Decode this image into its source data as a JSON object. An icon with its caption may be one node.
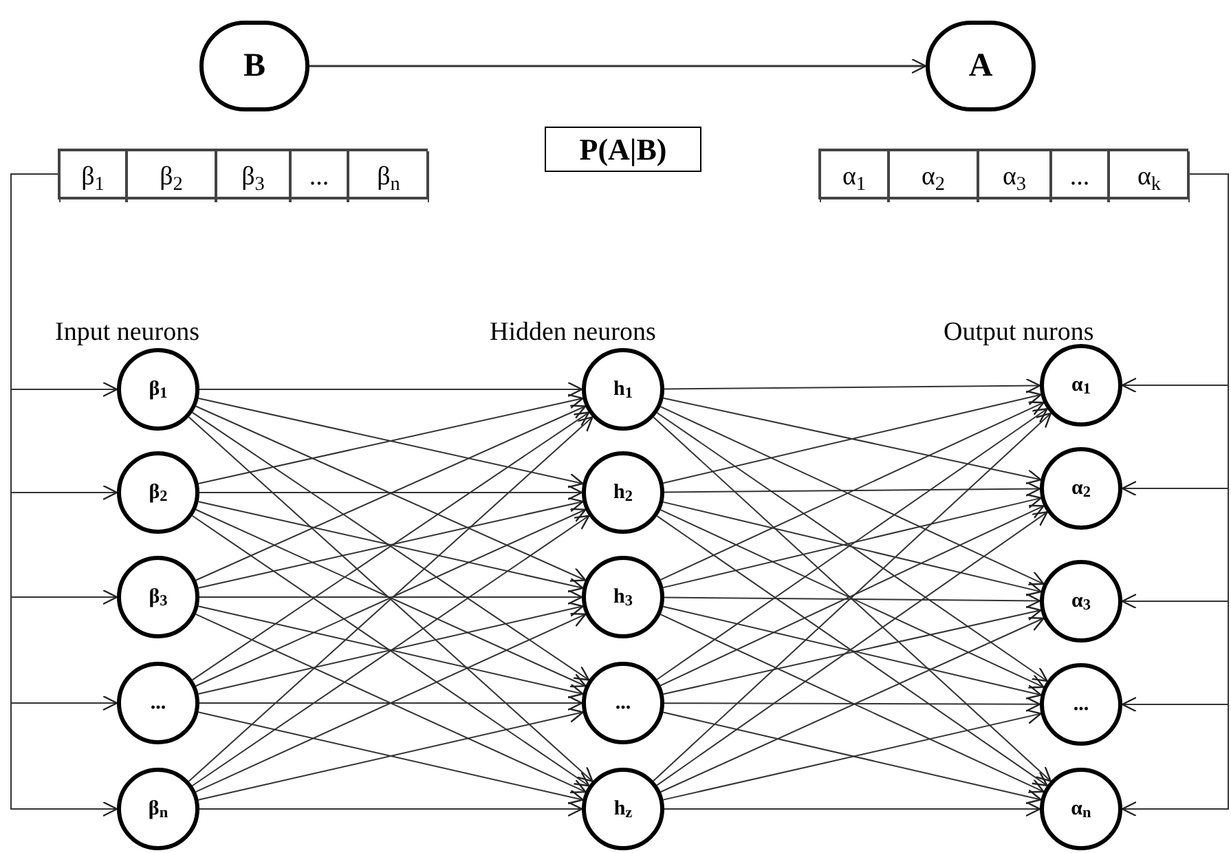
{
  "diagram": {
    "nodes": [
      {
        "text": [
          "B"
        ]
      },
      {
        "text": [
          "A"
        ]
      },
      {
        "text": [
          "P(A|B)"
        ]
      },
      {
        "text": [],
        "shape": "box"
      },
      {
        "text": [
          "β$_{1}$"
        ],
        "in": 3
      },
      {
        "text": [
          "β$_{2}$"
        ],
        "in": 3
      },
      {
        "text": [
          "β$_{3}$"
        ],
        "in": 3
      },
      {
        "text": [
          "..."
        ],
        "in": 3
      },
      {
        "text": [
          "β$_{n}$"
        ],
        "in": 3
      },
      {
        "text": [],
        "shape": "box"
      },
      {
        "text": [
          "α$_{1}$"
        ],
        "in": 9
      },
      {
        "text": [
          "α$_{2}$"
        ],
        "in": 9
      },
      {
        "text": [
          "α$_{3}$"
        ],
        "in": 9
      },
      {
        "text": [
          "..."
        ],
        "in": 9
      },
      {
        "text": [
          "α$_{k}$"
        ],
        "in": 9
      },
      {
        "text": [
          "β$_{1}$"
        ]
      },
      {
        "text": [
          "β$_{2}$"
        ]
      },
      {
        "text": [
          "β$_{3}$"
        ]
      },
      {
        "text": [
          "..."
        ]
      },
      {
        "text": [
          "β$_{n}$"
        ]
      },
      {
        "text": [
          "h$_{1}$"
        ]
      },
      {
        "text": [
          "h$_{2}$"
        ]
      },
      {
        "text": [
          "h$_{3}$"
        ]
      },
      {
        "text": [
          "..."
        ]
      },
      {
        "text": [
          "h$_{z}$"
        ]
      },
      {
        "text": [
          "α$_{1}$"
        ]
      },
      {
        "text": [
          "α$_{2}$"
        ]
      },
      {
        "text": [
          "α$_{3}$"
        ]
      },
      {
        "text": [
          "..."
        ]
      },
      {
        "text": [
          "α$_{n}$"
        ]
      }
    ],
    "edges": [
      {
        "from": 0,
        "to": 1,
        "arrow": "to"
      },
      {
        "from": 3,
        "to": 15,
        "arrow": "to"
      },
      {
        "from": 3,
        "to": 16,
        "arrow": "to"
      },
      {
        "from": 3,
        "to": 17,
        "arrow": "to"
      },
      {
        "from": 3,
        "to": 18,
        "arrow": "to"
      },
      {
        "from": 3,
        "to": 19,
        "arrow": "to"
      },
      {
        "from": 9,
        "to": 25,
        "arrow": "to"
      },
      {
        "from": 9,
        "to": 26,
        "arrow": "to"
      },
      {
        "from": 9,
        "to": 27,
        "arrow": "to"
      },
      {
        "from": 9,
        "to": 28,
        "arrow": "to"
      },
      {
        "from": 9,
        "to": 29,
        "arrow": "to"
      },
      {
        "from": 15,
        "to": 20,
        "arrow": "to"
      },
      {
        "from": 15,
        "to": 21,
        "arrow": "to"
      },
      {
        "from": 15,
        "to": 22,
        "arrow": "to"
      },
      {
        "from": 15,
        "to": 23,
        "arrow": "to"
      },
      {
        "from": 15,
        "to": 24,
        "arrow": "to"
      },
      {
        "from": 16,
        "to": 20,
        "arrow": "to"
      },
      {
        "from": 16,
        "to": 21,
        "arrow": "to"
      },
      {
        "from": 16,
        "to": 22,
        "arrow": "to"
      },
      {
        "from": 16,
        "to": 23,
        "arrow": "to"
      },
      {
        "from": 16,
        "to": 24,
        "arrow": "to"
      },
      {
        "from": 17,
        "to": 20,
        "arrow": "to"
      },
      {
        "from": 17,
        "to": 21,
        "arrow": "to"
      },
      {
        "from": 17,
        "to": 22,
        "arrow": "to"
      },
      {
        "from": 17,
        "to": 23,
        "arrow": "to"
      },
      {
        "from": 17,
        "to": 24,
        "arrow": "to"
      },
      {
        "from": 18,
        "to": 20,
        "arrow": "to"
      },
      {
        "from": 18,
        "to": 21,
        "arrow": "to"
      },
      {
        "from": 18,
        "to": 22,
        "arrow": "to"
      },
      {
        "from": 18,
        "to": 23,
        "arrow": "to"
      },
      {
        "from": 18,
        "to": 24,
        "arrow": "to"
      },
      {
        "from": 19,
        "to": 20,
        "arrow": "to"
      },
      {
        "from": 19,
        "to": 21,
        "arrow": "to"
      },
      {
        "from": 19,
        "to": 22,
        "arrow": "to"
      },
      {
        "from": 19,
        "to": 23,
        "arrow": "to"
      },
      {
        "from": 19,
        "to": 24,
        "arrow": "to"
      },
      {
        "from": 20,
        "to": 25,
        "arrow": "to"
      },
      {
        "from": 20,
        "to": 26,
        "arrow": "to"
      },
      {
        "from": 20,
        "to": 27,
        "arrow": "to"
      },
      {
        "from": 20,
        "to": 28,
        "arrow": "to"
      },
      {
        "from": 20,
        "to": 29,
        "arrow": "to"
      },
      {
        "from": 21,
        "to": 25,
        "arrow": "to"
      },
      {
        "from": 21,
        "to": 26,
        "arrow": "to"
      },
      {
        "from": 21,
        "to": 27,
        "arrow": "to"
      },
      {
        "from": 21,
        "to": 28,
        "arrow": "to"
      },
      {
        "from": 21,
        "to": 29,
        "arrow": "to"
      },
      {
        "from": 22,
        "to": 25,
        "arrow": "to"
      },
      {
        "from": 22,
        "to": 26,
        "arrow": "to"
      },
      {
        "from": 22,
        "to": 27,
        "arrow": "to"
      },
      {
        "from": 22,
        "to": 28,
        "arrow": "to"
      },
      {
        "from": 22,
        "to": 29,
        "arrow": "to"
      },
      {
        "from": 23,
        "to": 25,
        "arrow": "to"
      },
      {
        "from": 23,
        "to": 26,
        "arrow": "to"
      },
      {
        "from": 23,
        "to": 27,
        "arrow": "to"
      },
      {
        "from": 23,
        "to": 28,
        "arrow": "to"
      },
      {
        "from": 23,
        "to": 29,
        "arrow": "to"
      },
      {
        "from": 24,
        "to": 25,
        "arrow": "to"
      },
      {
        "from": 24,
        "to": 26,
        "arrow": "to"
      },
      {
        "from": 24,
        "to": 27,
        "arrow": "to"
      },
      {
        "from": 24,
        "to": 28,
        "arrow": "to"
      },
      {
        "from": 24,
        "to": 29,
        "arrow": "to"
      }
    ],
    "labels": [
      "Input neurons",
      "Hidden neurons",
      "Output nurons"
    ]
  }
}
